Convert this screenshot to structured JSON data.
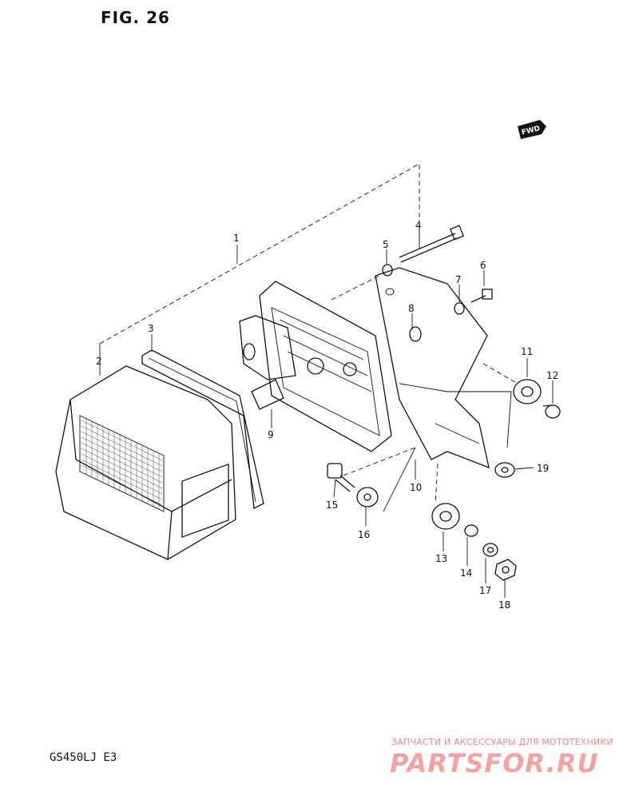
{
  "figure": {
    "title": "FIG. 26",
    "model": "GS450LJ  E3",
    "fwd_label": "FWD"
  },
  "parts": [
    {
      "id": "1",
      "label": "1"
    },
    {
      "id": "2",
      "label": "2"
    },
    {
      "id": "3",
      "label": "3"
    },
    {
      "id": "4",
      "label": "4"
    },
    {
      "id": "5",
      "label": "5"
    },
    {
      "id": "6",
      "label": "6"
    },
    {
      "id": "7",
      "label": "7"
    },
    {
      "id": "8",
      "label": "8"
    },
    {
      "id": "9",
      "label": "9"
    },
    {
      "id": "10",
      "label": "10"
    },
    {
      "id": "11",
      "label": "11"
    },
    {
      "id": "12",
      "label": "12"
    },
    {
      "id": "13",
      "label": "13"
    },
    {
      "id": "14",
      "label": "14"
    },
    {
      "id": "15",
      "label": "15"
    },
    {
      "id": "16",
      "label": "16"
    },
    {
      "id": "17",
      "label": "17"
    },
    {
      "id": "18",
      "label": "18"
    },
    {
      "id": "19",
      "label": "19"
    }
  ],
  "watermark": {
    "tagline": "ЗАПЧАСТИ И АКСЕССУАРЫ ДЛЯ МОТОТЕХНИКИ",
    "logo": "PARTSFOR.RU",
    "color": "#f2a3a3"
  }
}
